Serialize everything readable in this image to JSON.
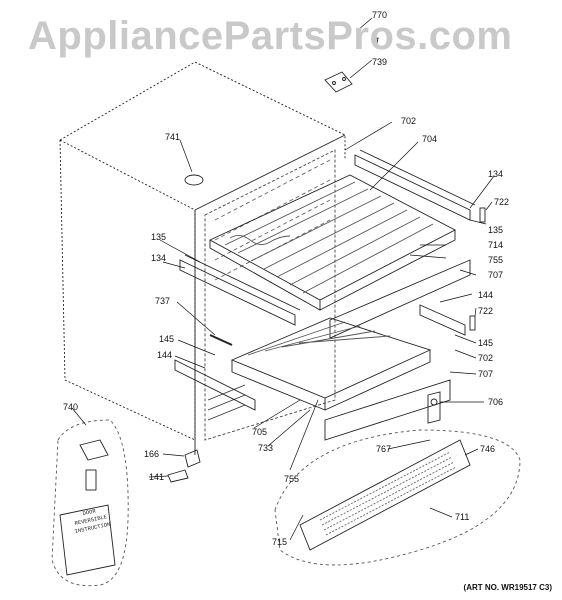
{
  "watermark": "AppliancePartsPros.com",
  "art_number": "(ART NO. WR19517 C3)",
  "instruction_card": [
    "DOOR",
    "REVERSIBLE",
    "INSTRUCTION"
  ],
  "callouts": {
    "c770": "770",
    "c739": "739",
    "c741": "741",
    "c702a": "702",
    "c704": "704",
    "c134a": "134",
    "c722a": "722",
    "c135a": "135",
    "c135b": "135",
    "c714": "714",
    "c134b": "134",
    "c755a": "755",
    "c707a": "707",
    "c737": "737",
    "c144a": "144",
    "c722b": "722",
    "c145a": "145",
    "c145b": "145",
    "c144b": "144",
    "c702b": "702",
    "c707b": "707",
    "c706": "706",
    "c740": "740",
    "c705": "705",
    "c733": "733",
    "c166": "166",
    "c767": "767",
    "c746": "746",
    "c141": "141",
    "c755b": "755",
    "c711": "711",
    "c715": "715"
  }
}
